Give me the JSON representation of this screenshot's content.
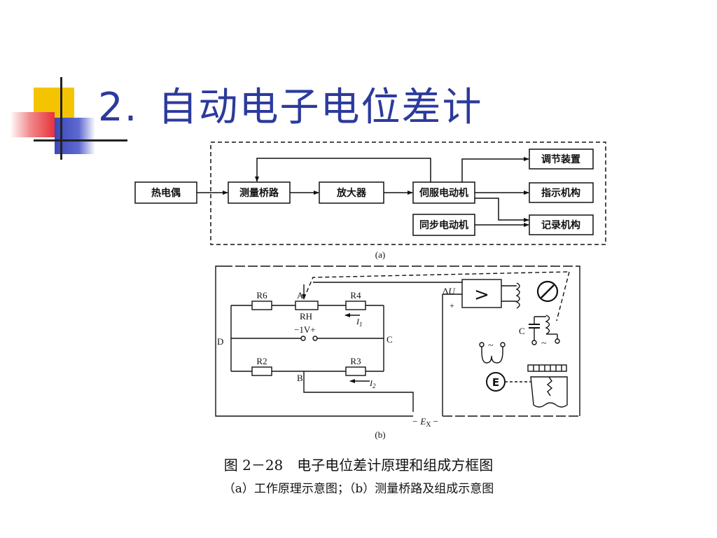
{
  "title": {
    "number": "2.",
    "text": "自动电子电位差计"
  },
  "diagram_a": {
    "blocks": {
      "thermocouple": "热电偶",
      "bridge": "测量桥路",
      "amplifier": "放大器",
      "servo_motor": "伺服电动机",
      "sync_motor": "同步电动机",
      "regulator": "调节装置",
      "indicator": "指示机构",
      "recorder": "记录机构"
    },
    "label": "(a)"
  },
  "diagram_b": {
    "resistors": {
      "r6": "R6",
      "r4": "R4",
      "rh": "RH",
      "r2": "R2",
      "r3": "R3"
    },
    "nodes": {
      "a": "A",
      "b": "B",
      "c": "C",
      "d": "D"
    },
    "currents": {
      "i1": "I",
      "i1_sub": "1",
      "i2": "I",
      "i2_sub": "2"
    },
    "supply": {
      "minus": "−",
      "value": "1V",
      "plus": "+"
    },
    "delta_u": {
      "delta": "Δ",
      "u": "U"
    },
    "plus_sign": "+",
    "amplifier_symbol": ">",
    "capacitor": "C",
    "tilde": "~",
    "motor": "E",
    "ex": {
      "minus": "−",
      "e": "E",
      "sub": "X",
      "minus2": "−"
    },
    "label": "(b)"
  },
  "caption": {
    "line1": "图 2－28　电子电位差计原理和组成方框图",
    "line2": "（a）工作原理示意图；（b）测量桥路及组成示意图"
  },
  "colors": {
    "title": "#2c3a9c",
    "deco_yellow": "#f5c400",
    "deco_blue": "#3b48b8",
    "deco_red": "#e8323c"
  }
}
